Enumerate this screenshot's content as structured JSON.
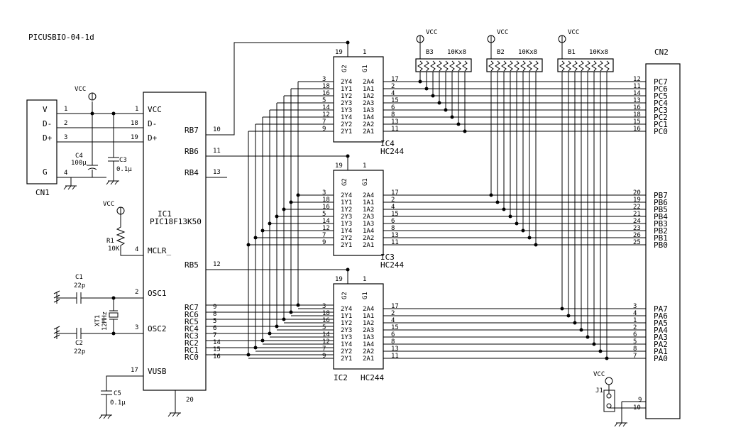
{
  "title": "PICUSBIO-04-1d",
  "cn1": {
    "name": "CN1",
    "pins": [
      {
        "label": "V",
        "num": "1"
      },
      {
        "label": "D-",
        "num": "2"
      },
      {
        "label": "D+",
        "num": "3"
      },
      {
        "label": "G",
        "num": "4"
      }
    ]
  },
  "ic1": {
    "name": "IC1",
    "part": "PIC18F13K50",
    "left": [
      {
        "label": "VCC",
        "num": "1"
      },
      {
        "label": "D-",
        "num": "18"
      },
      {
        "label": "D+",
        "num": "19"
      },
      {
        "label": "MCLR_",
        "num": "4"
      },
      {
        "label": "OSC1",
        "num": "2"
      },
      {
        "label": "OSC2",
        "num": "3"
      },
      {
        "label": "VUSB",
        "num": "17"
      }
    ],
    "right": [
      {
        "label": "RB7",
        "num": "10"
      },
      {
        "label": "RB6",
        "num": "11"
      },
      {
        "label": "RB4",
        "num": "13"
      },
      {
        "label": "RB5",
        "num": "12"
      },
      {
        "label": "RC7",
        "num": "9"
      },
      {
        "label": "RC6",
        "num": "8"
      },
      {
        "label": "RC5",
        "num": "5"
      },
      {
        "label": "RC4",
        "num": "6"
      },
      {
        "label": "RC3",
        "num": "7"
      },
      {
        "label": "RC2",
        "num": "14"
      },
      {
        "label": "RC1",
        "num": "15"
      },
      {
        "label": "RC0",
        "num": "16"
      }
    ],
    "gnd_num": "20"
  },
  "components": {
    "c4": {
      "name": "C4",
      "value": "100μ"
    },
    "c3": {
      "name": "C3",
      "value": "0.1μ"
    },
    "r1": {
      "name": "R1",
      "value": "10K"
    },
    "c1": {
      "name": "C1",
      "value": "22p"
    },
    "c2": {
      "name": "C2",
      "value": "22p"
    },
    "xt1": {
      "name": "XT1",
      "value": "12MHz"
    },
    "c5": {
      "name": "C5",
      "value": "0.1μ"
    },
    "j1": {
      "name": "J1"
    }
  },
  "vcc_label": "VCC",
  "buffers": [
    {
      "name": "IC4",
      "part": "HC244",
      "g2": "G2",
      "g1": "G1",
      "g2_num": "19",
      "g1_num": "1"
    },
    {
      "name": "IC3",
      "part": "HC244",
      "g2": "G2",
      "g1": "G1",
      "g2_num": "19",
      "g1_num": "1"
    },
    {
      "name": "IC2",
      "part": "HC244",
      "g2": "G2",
      "g1": "G1",
      "g2_num": "19",
      "g1_num": "1"
    }
  ],
  "buffer_pins": [
    {
      "y": "2Y4",
      "a": "2A4",
      "yn": "3",
      "an": "17"
    },
    {
      "y": "1Y1",
      "a": "1A1",
      "yn": "18",
      "an": "2"
    },
    {
      "y": "1Y2",
      "a": "1A2",
      "yn": "16",
      "an": "4"
    },
    {
      "y": "2Y3",
      "a": "2A3",
      "yn": "5",
      "an": "15"
    },
    {
      "y": "1Y3",
      "a": "1A3",
      "yn": "14",
      "an": "6"
    },
    {
      "y": "1Y4",
      "a": "1A4",
      "yn": "12",
      "an": "8"
    },
    {
      "y": "2Y2",
      "a": "2A2",
      "yn": "7",
      "an": "13"
    },
    {
      "y": "2Y1",
      "a": "2A1",
      "yn": "9",
      "an": "11"
    }
  ],
  "resistor_arrays": [
    {
      "name": "B3",
      "value": "10Kx8"
    },
    {
      "name": "B2",
      "value": "10Kx8"
    },
    {
      "name": "B1",
      "value": "10Kx8"
    }
  ],
  "cn2": {
    "name": "CN2",
    "groups": [
      [
        {
          "label": "PC7",
          "num": "12"
        },
        {
          "label": "PC6",
          "num": "11"
        },
        {
          "label": "PC5",
          "num": "14"
        },
        {
          "label": "PC4",
          "num": "13"
        },
        {
          "label": "PC3",
          "num": "16"
        },
        {
          "label": "PC2",
          "num": "18"
        },
        {
          "label": "PC1",
          "num": "15"
        },
        {
          "label": "PC0",
          "num": "16"
        }
      ],
      [
        {
          "label": "PB7",
          "num": "20"
        },
        {
          "label": "PB6",
          "num": "19"
        },
        {
          "label": "PB5",
          "num": "22"
        },
        {
          "label": "PB4",
          "num": "21"
        },
        {
          "label": "PB3",
          "num": "24"
        },
        {
          "label": "PB2",
          "num": "23"
        },
        {
          "label": "PB1",
          "num": "26"
        },
        {
          "label": "PB0",
          "num": "25"
        }
      ],
      [
        {
          "label": "PA7",
          "num": "3"
        },
        {
          "label": "PA6",
          "num": "4"
        },
        {
          "label": "PA5",
          "num": "1"
        },
        {
          "label": "PA4",
          "num": "2"
        },
        {
          "label": "PA3",
          "num": "6"
        },
        {
          "label": "PA2",
          "num": "5"
        },
        {
          "label": "PA1",
          "num": "8"
        },
        {
          "label": "PA0",
          "num": "7"
        }
      ]
    ],
    "j1_pins": [
      "9",
      "10"
    ]
  }
}
